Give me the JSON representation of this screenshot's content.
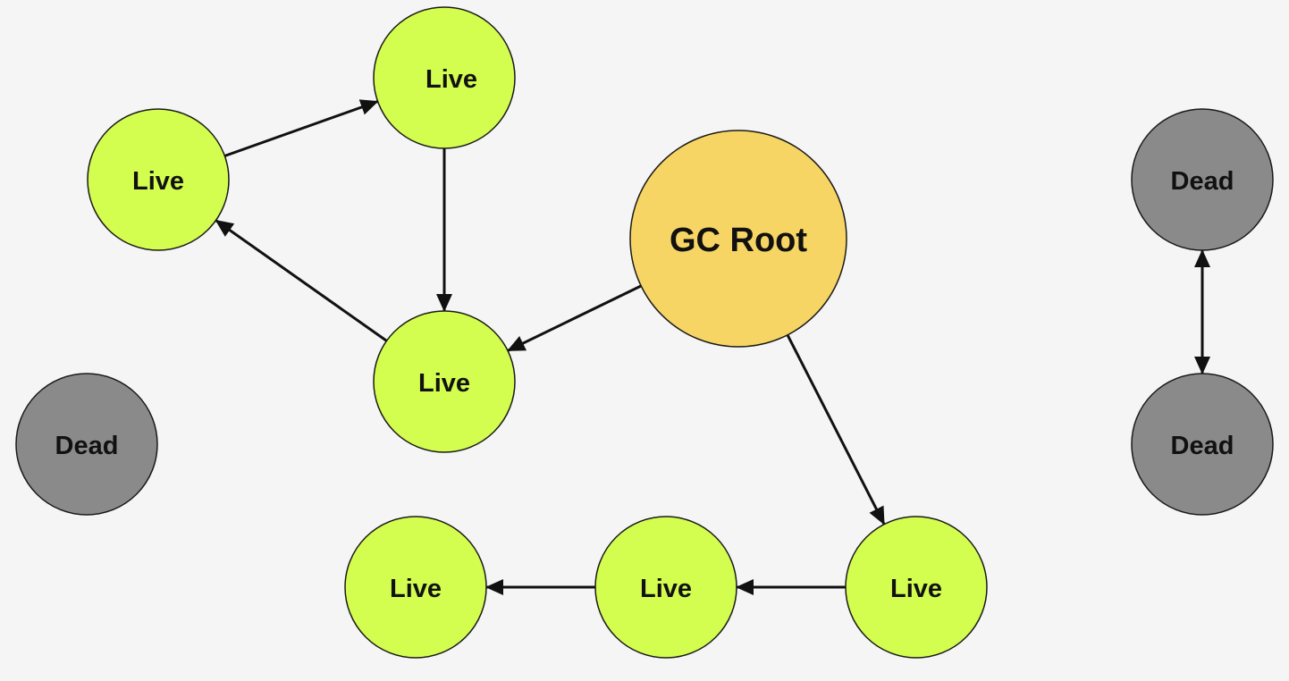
{
  "colors": {
    "background": "#f5f5f5",
    "live": "#d3fd4f",
    "dead": "#8a8a8a",
    "root": "#f7d564",
    "edge": "#111111",
    "text": "#111111"
  },
  "nodes": [
    {
      "id": "live-top-left",
      "label": "Live",
      "kind": "live"
    },
    {
      "id": "live-top",
      "label": "Live",
      "kind": "live"
    },
    {
      "id": "live-center",
      "label": "Live",
      "kind": "live"
    },
    {
      "id": "gc-root",
      "label": "GC Root",
      "kind": "root"
    },
    {
      "id": "dead-left",
      "label": "Dead",
      "kind": "dead"
    },
    {
      "id": "dead-right-top",
      "label": "Dead",
      "kind": "dead"
    },
    {
      "id": "dead-right-bottom",
      "label": "Dead",
      "kind": "dead"
    },
    {
      "id": "live-bottom-right",
      "label": "Live",
      "kind": "live"
    },
    {
      "id": "live-bottom-middle",
      "label": "Live",
      "kind": "live"
    },
    {
      "id": "live-bottom-left",
      "label": "Live",
      "kind": "live"
    }
  ],
  "edges": [
    {
      "from": "live-top-left",
      "to": "live-top",
      "direction": "forward"
    },
    {
      "from": "live-top",
      "to": "live-center",
      "direction": "forward"
    },
    {
      "from": "live-center",
      "to": "live-top-left",
      "direction": "forward"
    },
    {
      "from": "gc-root",
      "to": "live-center",
      "direction": "forward"
    },
    {
      "from": "gc-root",
      "to": "live-bottom-right",
      "direction": "forward"
    },
    {
      "from": "live-bottom-right",
      "to": "live-bottom-middle",
      "direction": "forward"
    },
    {
      "from": "live-bottom-middle",
      "to": "live-bottom-left",
      "direction": "forward"
    },
    {
      "from": "dead-right-top",
      "to": "dead-right-bottom",
      "direction": "both"
    }
  ]
}
